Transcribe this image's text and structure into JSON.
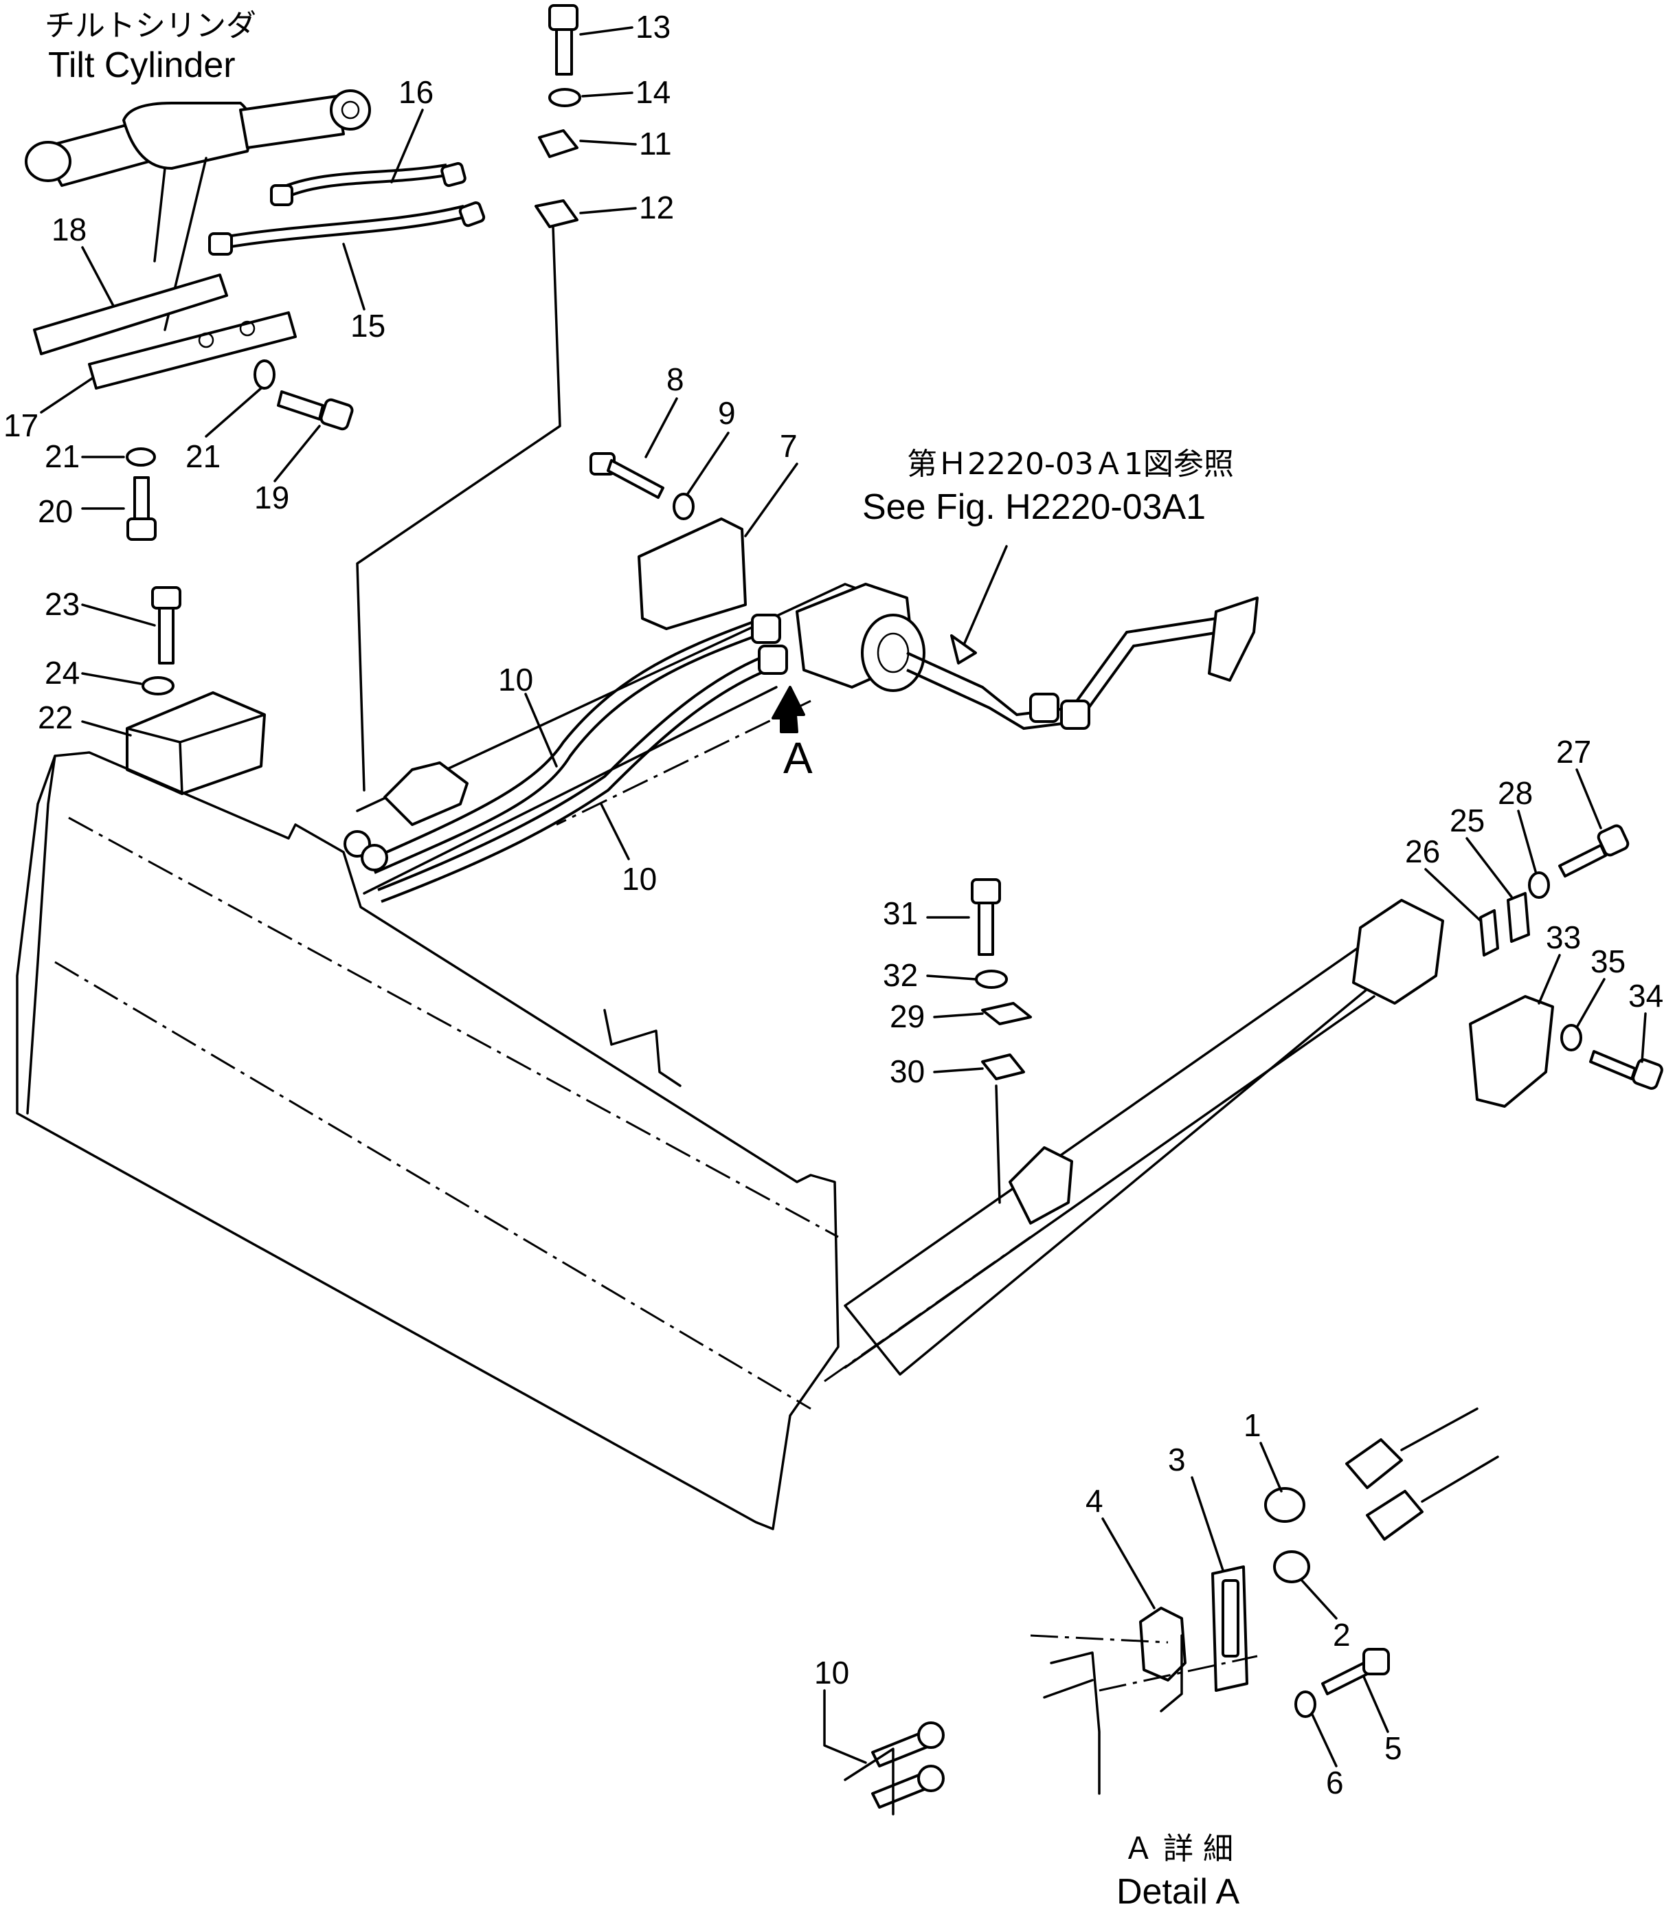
{
  "captions": {
    "tilt_cylinder_jp": "チルトシリンダ",
    "tilt_cylinder_en": "Tilt Cylinder",
    "see_fig_jp": "第Ｈ2220-03Ａ1図参照",
    "see_fig_en": "See Fig. H2220-03A1",
    "view_arrow": "A",
    "detail_jp": "Ａ 詳 細",
    "detail_en": "Detail A"
  },
  "callouts": {
    "c1": "1",
    "c2": "2",
    "c3": "3",
    "c4": "4",
    "c5": "5",
    "c6": "6",
    "c7": "7",
    "c8": "8",
    "c9": "9",
    "c10a": "10",
    "c10b": "10",
    "c10c": "10",
    "c11": "11",
    "c12": "12",
    "c13": "13",
    "c14": "14",
    "c15": "15",
    "c16": "16",
    "c17": "17",
    "c18": "18",
    "c19": "19",
    "c20": "20",
    "c21a": "21",
    "c21b": "21",
    "c22": "22",
    "c23": "23",
    "c24": "24",
    "c25": "25",
    "c26": "26",
    "c27": "27",
    "c28": "28",
    "c29": "29",
    "c30": "30",
    "c31": "31",
    "c32": "32",
    "c33": "33",
    "c34": "34",
    "c35": "35"
  }
}
